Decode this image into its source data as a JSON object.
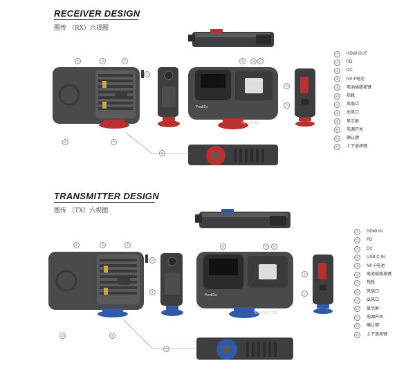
{
  "receiver": {
    "title": "RECEIVER DESIGN",
    "subtitle": "图传 （RX）六视图",
    "brand_label": "PeakDo",
    "device_label": "RECEIVER",
    "legend": [
      {
        "num": "①",
        "label": "HDMI OUT"
      },
      {
        "num": "②",
        "label": "PD"
      },
      {
        "num": "③",
        "label": "DC"
      },
      {
        "num": "④",
        "label": "NP-F电池"
      },
      {
        "num": "⑤",
        "label": "电池插拔按键"
      },
      {
        "num": "⑥",
        "label": "热靴"
      },
      {
        "num": "⑦",
        "label": "风扇口"
      },
      {
        "num": "⑧",
        "label": "出风口"
      },
      {
        "num": "⑨",
        "label": "显示屏"
      },
      {
        "num": "⑩",
        "label": "电源开关"
      },
      {
        "num": "⑪",
        "label": "确认键"
      },
      {
        "num": "⑫",
        "label": "上下选择键"
      }
    ],
    "colors": {
      "knob": "#b8312f",
      "body": "#4a4a4c"
    }
  },
  "transmitter": {
    "title": "TRANSMITTER DESIGN",
    "subtitle": "图传 （TX）六视图",
    "brand_label": "PeakDo",
    "device_label": "TRANSMITTER",
    "legend": [
      {
        "num": "①",
        "label": "HDMI IN"
      },
      {
        "num": "②",
        "label": "PD"
      },
      {
        "num": "③",
        "label": "DC"
      },
      {
        "num": "④",
        "label": "USB-C IN"
      },
      {
        "num": "⑤",
        "label": "NP-F电池"
      },
      {
        "num": "⑥",
        "label": "电池插拔按键"
      },
      {
        "num": "⑦",
        "label": "热靴"
      },
      {
        "num": "⑧",
        "label": "风扇口"
      },
      {
        "num": "⑨",
        "label": "出风口"
      },
      {
        "num": "⑩",
        "label": "显示屏"
      },
      {
        "num": "⑪",
        "label": "电源开关"
      },
      {
        "num": "⑫",
        "label": "确认键"
      },
      {
        "num": "⑬",
        "label": "上下选择键"
      }
    ],
    "colors": {
      "knob": "#2f5aa8",
      "body": "#4a4a4c"
    }
  }
}
